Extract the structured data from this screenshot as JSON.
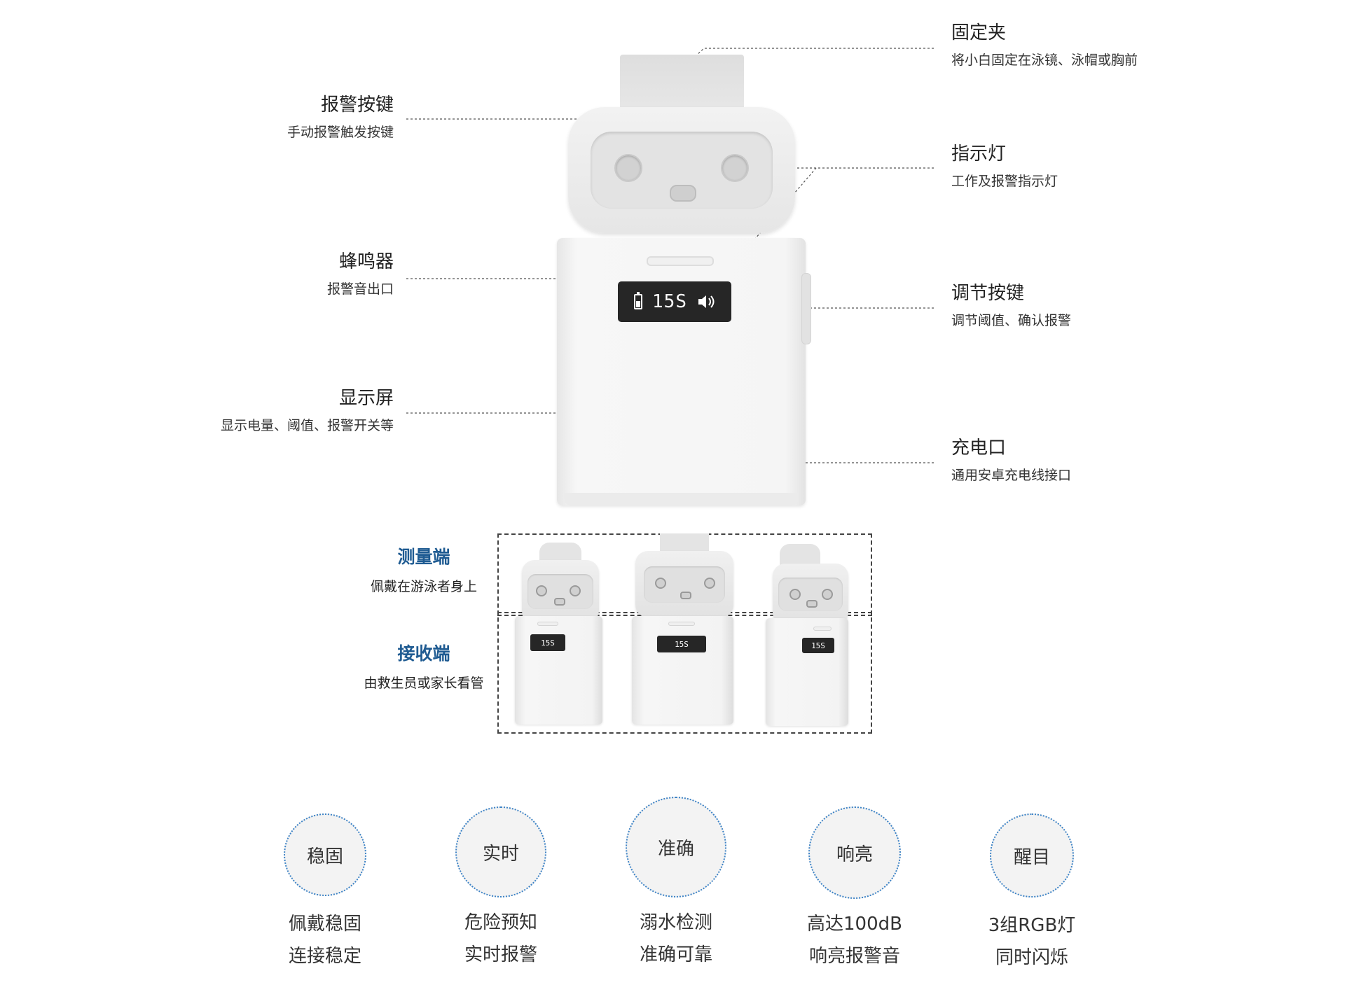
{
  "screen_display": {
    "text": "15S",
    "icons": [
      "battery-icon",
      "speaker-icon"
    ]
  },
  "callouts": {
    "clip": {
      "title": "固定夹",
      "desc": "将小白固定在泳镜、泳帽或胸前"
    },
    "alarm_button": {
      "title": "报警按键",
      "desc": "手动报警触发按键"
    },
    "indicator": {
      "title": "指示灯",
      "desc": "工作及报警指示灯"
    },
    "buzzer": {
      "title": "蜂鸣器",
      "desc": "报警音出口"
    },
    "adjust_button": {
      "title": "调节按键",
      "desc": "调节阈值、确认报警"
    },
    "display": {
      "title": "显示屏",
      "desc": "显示电量、阈值、报警开关等"
    },
    "charging_port": {
      "title": "充电口",
      "desc": "通用安卓充电线接口"
    }
  },
  "roles": {
    "measure": {
      "title": "测量端",
      "desc": "佩戴在游泳者身上"
    },
    "receive": {
      "title": "接收端",
      "desc": "由救生员或家长看管"
    }
  },
  "features": [
    {
      "name": "稳固",
      "line1": "佩戴稳固",
      "line2": "连接稳定"
    },
    {
      "name": "实时",
      "line1": "危险预知",
      "line2": "实时报警"
    },
    {
      "name": "准确",
      "line1": "溺水检测",
      "line2": "准确可靠"
    },
    {
      "name": "响亮",
      "line1": "高达100dB",
      "line2": "响亮报警音"
    },
    {
      "name": "醒目",
      "line1": "3组RGB灯",
      "line2": "同时闪烁"
    }
  ],
  "colors": {
    "role_title": "#1f5b92",
    "circle_border": "#3d83c6",
    "leader_line": "#444444"
  }
}
